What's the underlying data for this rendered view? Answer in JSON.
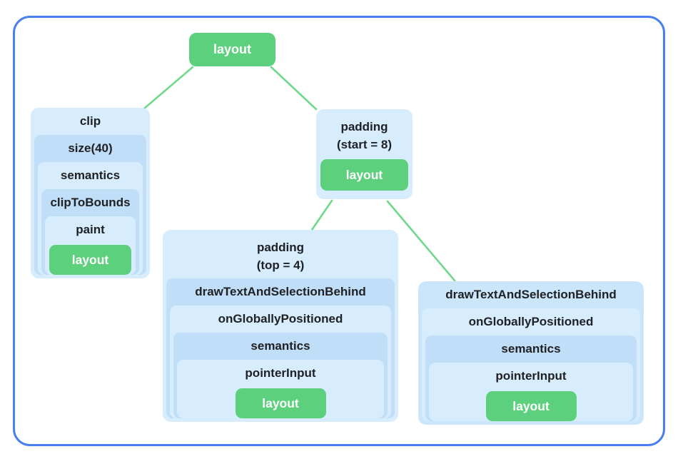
{
  "diagram_title": "modifier-chain-tree",
  "colors": {
    "frame_border": "#4a7ff0",
    "box_light_blue": "#d7ecfc",
    "box_medium_blue": "#c0def7",
    "box_outer_mid_blue": "#cbe5fa",
    "node_green": "#5cd07c",
    "edge_green": "#6fd98b",
    "label_text": "#202124",
    "leaf_text": "#ffffff"
  },
  "root_node": {
    "label": "layout"
  },
  "clip_chain": {
    "levels": [
      "clip",
      "size(40)",
      "semantics",
      "clipToBounds",
      "paint"
    ],
    "leaf_label": "layout"
  },
  "padding_start_node": {
    "title_line1": "padding",
    "title_line2": "(start = 8)",
    "leaf_label": "layout"
  },
  "padding_top_chain": {
    "title_line1": "padding",
    "title_line2": "(top = 4)",
    "levels": [
      "drawTextAndSelectionBehind",
      "onGloballyPositioned",
      "semantics",
      "pointerInput"
    ],
    "leaf_label": "layout"
  },
  "draw_text_chain": {
    "levels": [
      "drawTextAndSelectionBehind",
      "onGloballyPositioned",
      "semantics",
      "pointerInput"
    ],
    "leaf_label": "layout"
  },
  "edges": [
    {
      "from": "layout (root)",
      "to": "clip chain"
    },
    {
      "from": "layout (root)",
      "to": "padding (start = 8)"
    },
    {
      "from": "padding (start = 8)",
      "to": "padding (top = 4) chain"
    },
    {
      "from": "padding (start = 8)",
      "to": "drawTextAndSelectionBehind chain"
    }
  ]
}
